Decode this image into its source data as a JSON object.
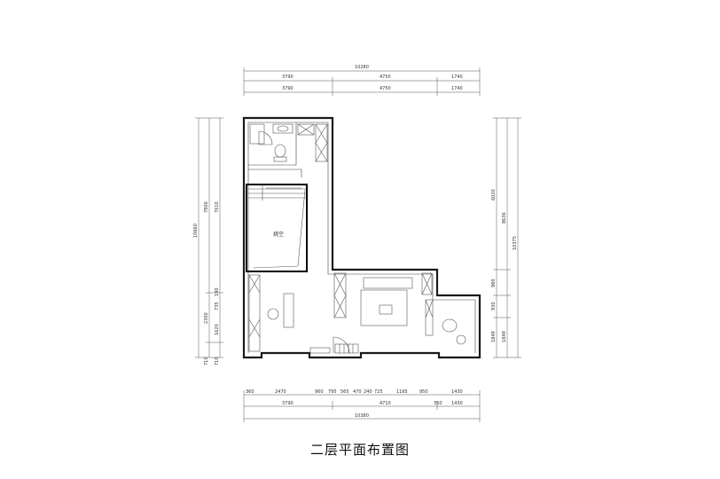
{
  "drawing": {
    "caption": "二层平面布置图",
    "room_label": "挑空",
    "top_dims": {
      "overall": "10280",
      "row1": [
        "3790",
        "4750",
        "1740"
      ],
      "row2": [
        "3790",
        "4750",
        "1740"
      ]
    },
    "bottom_dims": {
      "row1": [
        "360",
        "2470",
        "960",
        "795",
        "565",
        "470",
        "240",
        "725",
        "1165",
        "950",
        "1430"
      ],
      "row2": [
        "3790",
        "4710",
        "350",
        "1430"
      ],
      "overall": "10380"
    },
    "left_dims": {
      "overall": "10660",
      "outer": [
        "7800",
        "2350",
        "710"
      ],
      "inner": [
        "7610",
        "190",
        "735",
        "1620",
        "710"
      ]
    },
    "right_dims": {
      "overall": "10375",
      "outer": [
        "8636",
        "1849"
      ],
      "inner": [
        "6020",
        "980",
        "930",
        "1849"
      ]
    }
  }
}
